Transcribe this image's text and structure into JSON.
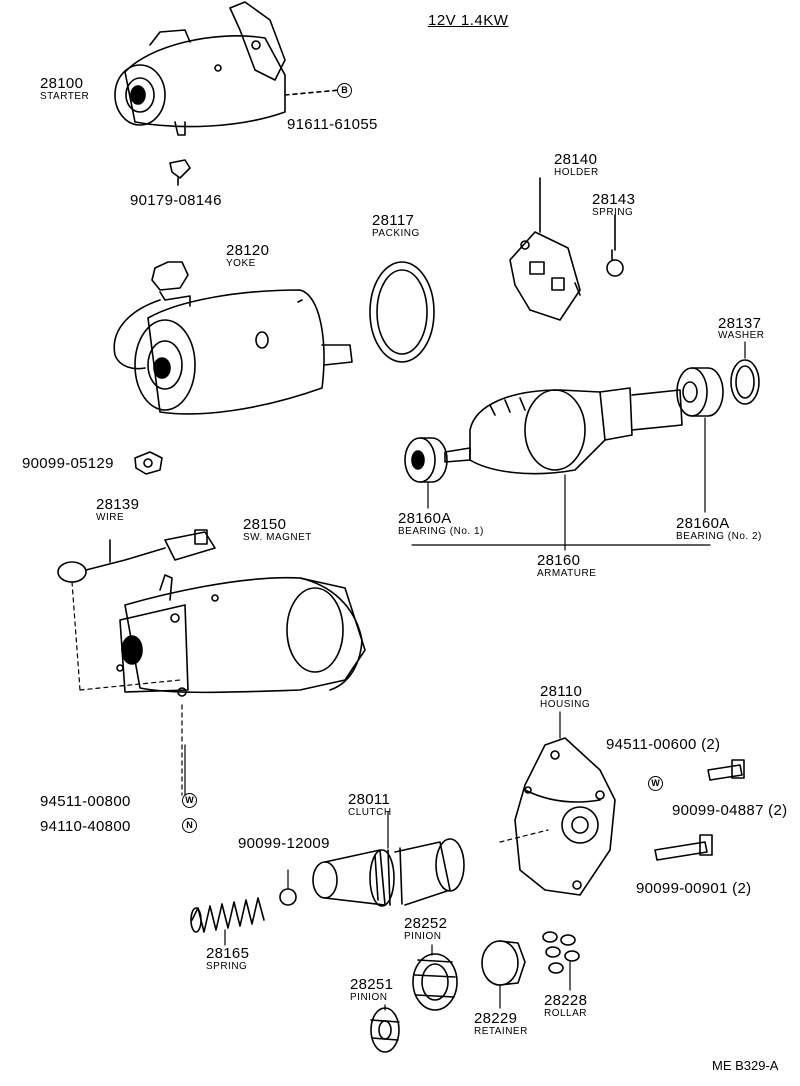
{
  "title": "12V 1.4KW",
  "ref_code": "ME B329-A",
  "parts": {
    "starter": {
      "no": "28100",
      "name": "STARTER"
    },
    "starter_nut": {
      "no": "91611-61055",
      "badge": "B"
    },
    "terminal_nut": {
      "no": "90179-08146"
    },
    "yoke": {
      "no": "28120",
      "name": "YOKE"
    },
    "yoke_nut": {
      "no": "90099-05129"
    },
    "packing": {
      "no": "28117",
      "name": "PACKING"
    },
    "holder": {
      "no": "28140",
      "name": "HOLDER"
    },
    "spring_brush": {
      "no": "28143",
      "name": "SPRING"
    },
    "washer": {
      "no": "28137",
      "name": "WASHER"
    },
    "bearing1": {
      "no": "28160A",
      "name": "BEARING (No. 1)"
    },
    "bearing2": {
      "no": "28160A",
      "name": "BEARING (No. 2)"
    },
    "armature": {
      "no": "28160",
      "name": "ARMATURE"
    },
    "wire": {
      "no": "28139",
      "name": "WIRE"
    },
    "sw_magnet": {
      "no": "28150",
      "name": "SW. MAGNET"
    },
    "washer_w": {
      "no": "94511-00800",
      "badge": "W"
    },
    "nut_n": {
      "no": "94110-40800",
      "badge": "N"
    },
    "housing": {
      "no": "28110",
      "name": "HOUSING"
    },
    "housing_washer": {
      "no": "94511-00600 (2)",
      "badge": "W"
    },
    "bolt_short": {
      "no": "90099-04887 (2)"
    },
    "bolt_long": {
      "no": "90099-00901 (2)"
    },
    "clutch": {
      "no": "28011",
      "name": "CLUTCH"
    },
    "ball": {
      "no": "90099-12009"
    },
    "spring_return": {
      "no": "28165",
      "name": "SPRING"
    },
    "pinion_a": {
      "no": "28252",
      "name": "PINION"
    },
    "pinion_b": {
      "no": "28251",
      "name": "PINION"
    },
    "retainer": {
      "no": "28229",
      "name": "RETAINER"
    },
    "rollar": {
      "no": "28228",
      "name": "ROLLAR"
    }
  }
}
